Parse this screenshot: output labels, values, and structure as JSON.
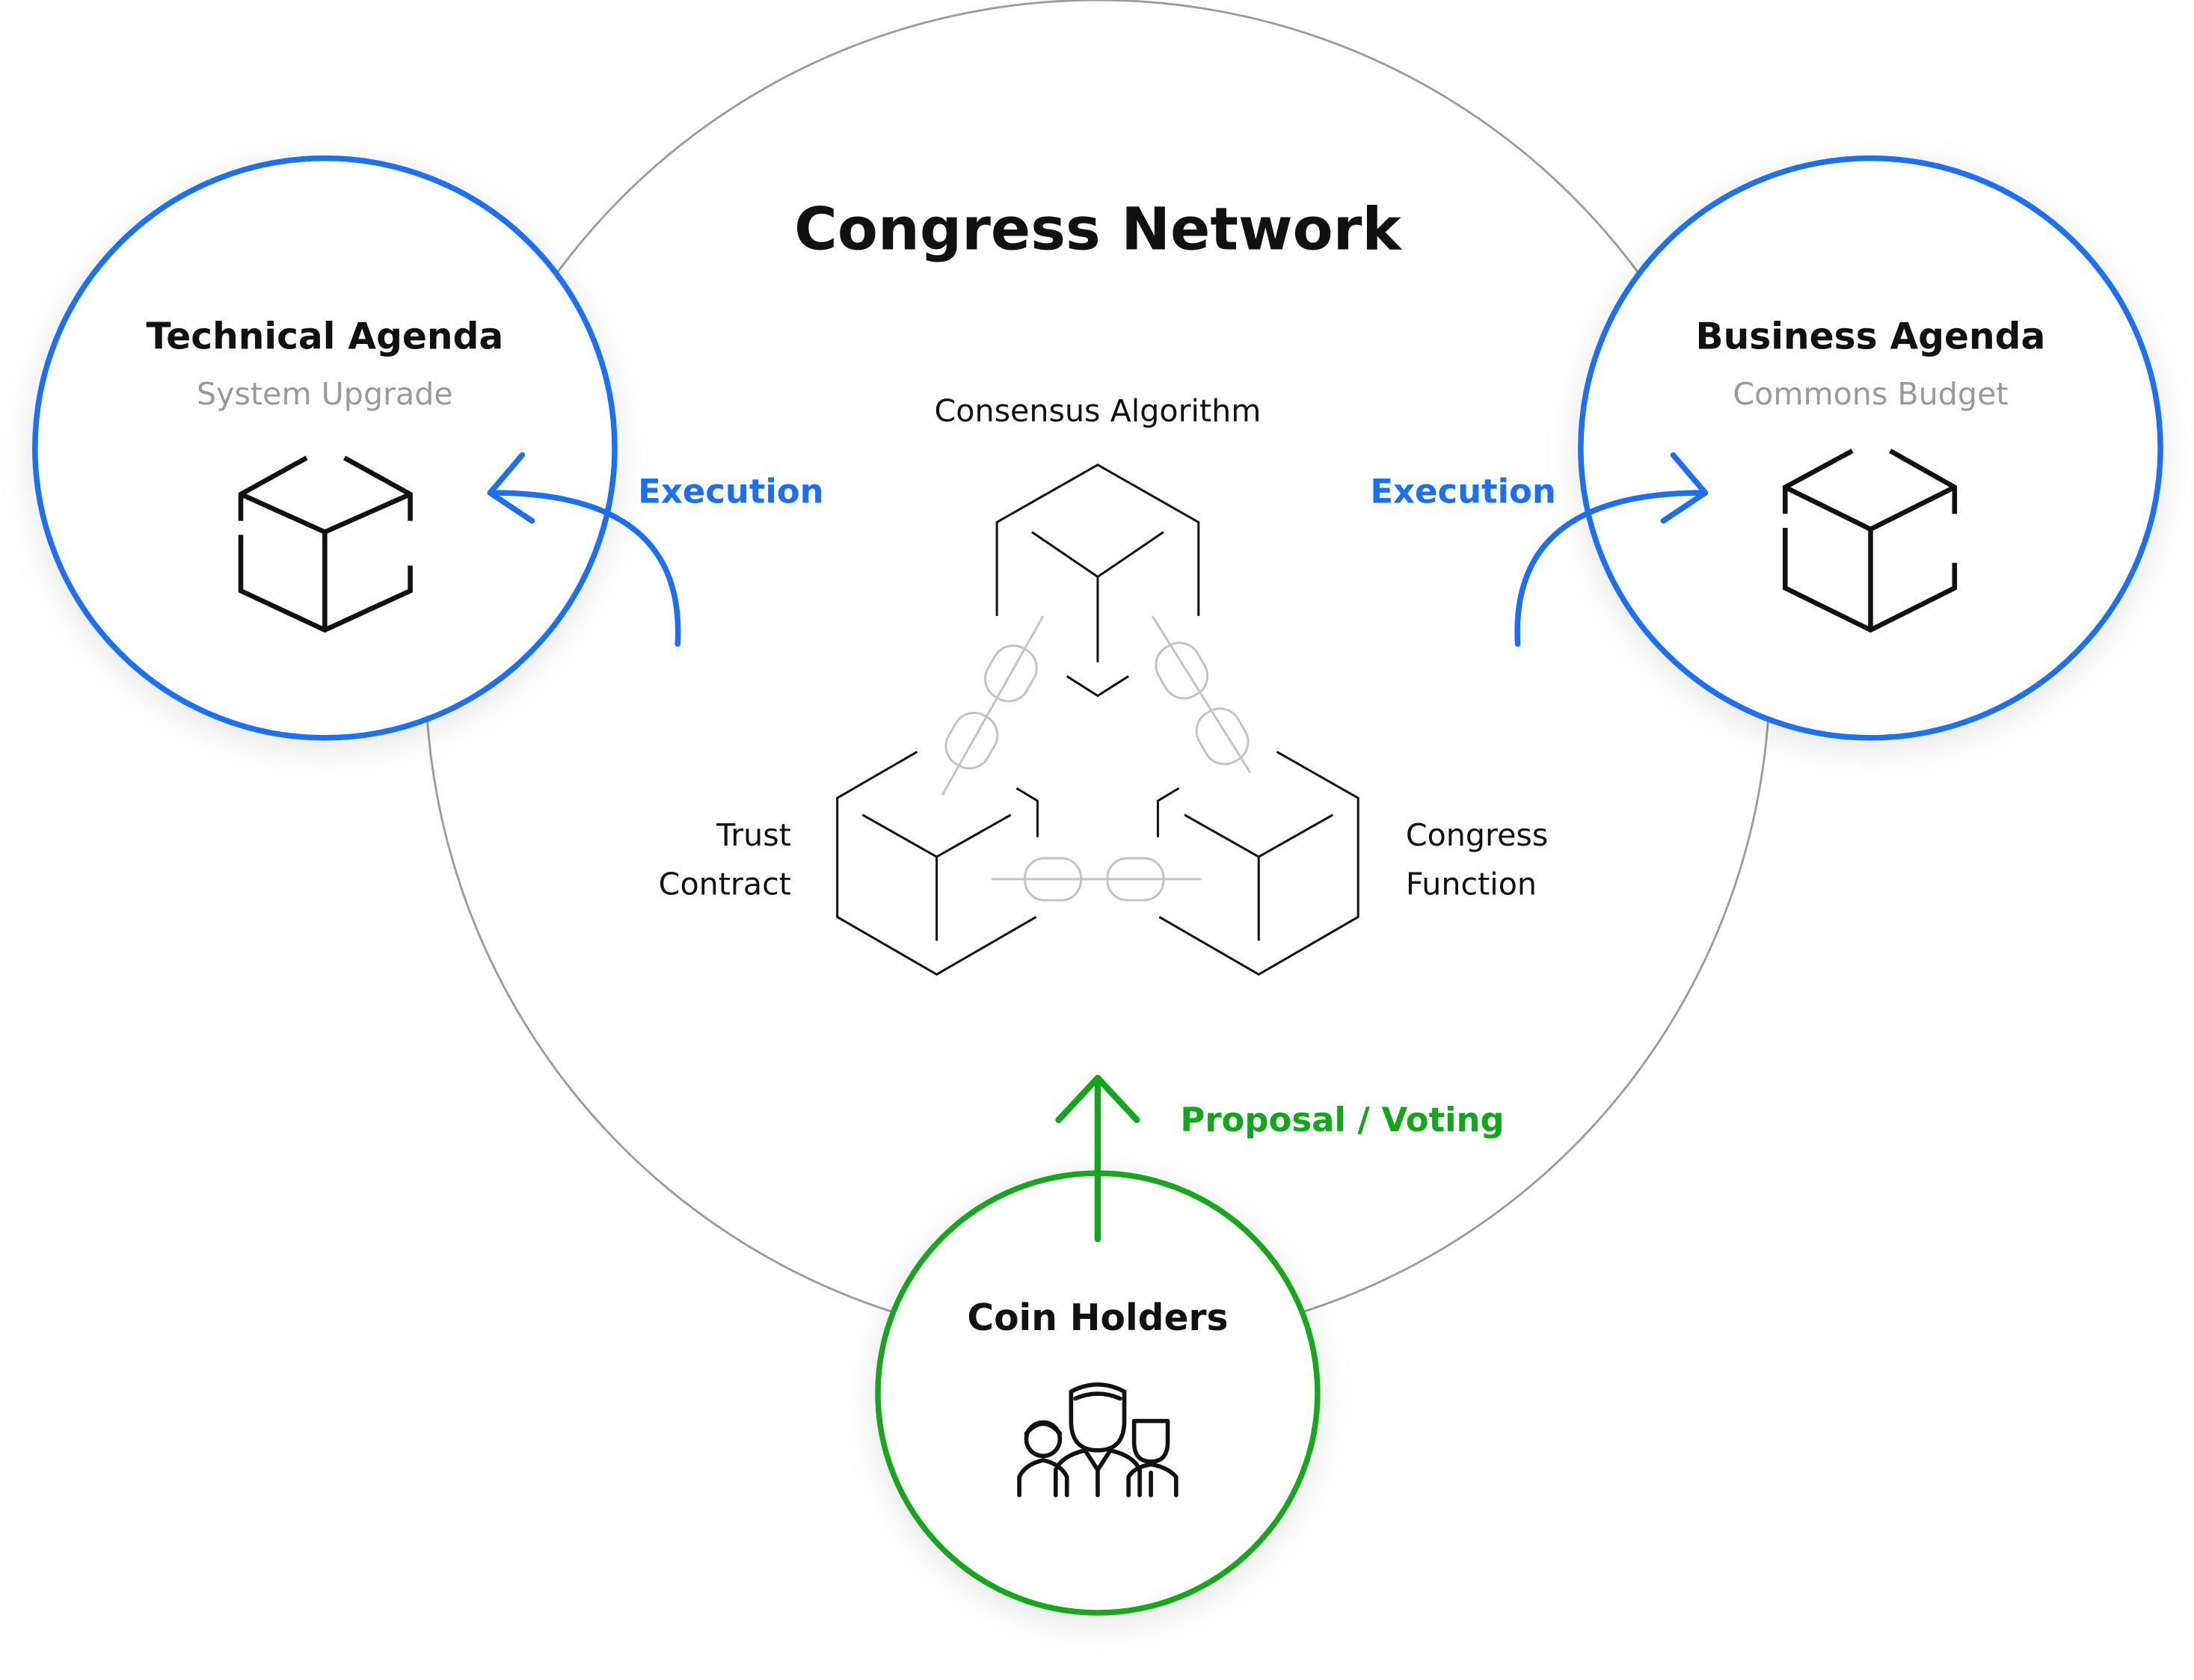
{
  "title": "Congress Network",
  "core": {
    "top_label": "Consensus Algorithm",
    "left_label_line1": "Trust",
    "left_label_line2": "Contract",
    "right_label_line1": "Congress",
    "right_label_line2": "Function"
  },
  "technical": {
    "title": "Technical Agenda",
    "subtitle": "System Upgrade",
    "arrow_label": "Execution"
  },
  "business": {
    "title": "Business Agenda",
    "subtitle": "Commons Budget",
    "arrow_label": "Execution"
  },
  "holders": {
    "title": "Coin Holders",
    "arrow_label": "Proposal / Voting"
  },
  "colors": {
    "blue": "#1a6ff2",
    "green": "#12a71a",
    "dark": "#111111",
    "grey_text": "#9a9a9a",
    "outline": "#9b9b9b",
    "chain": "#c4c4c4"
  },
  "icons": {
    "technical": "cube-icon",
    "business": "cube-icon",
    "holders": "people-group-icon",
    "core": "linked-blocks-icon"
  }
}
